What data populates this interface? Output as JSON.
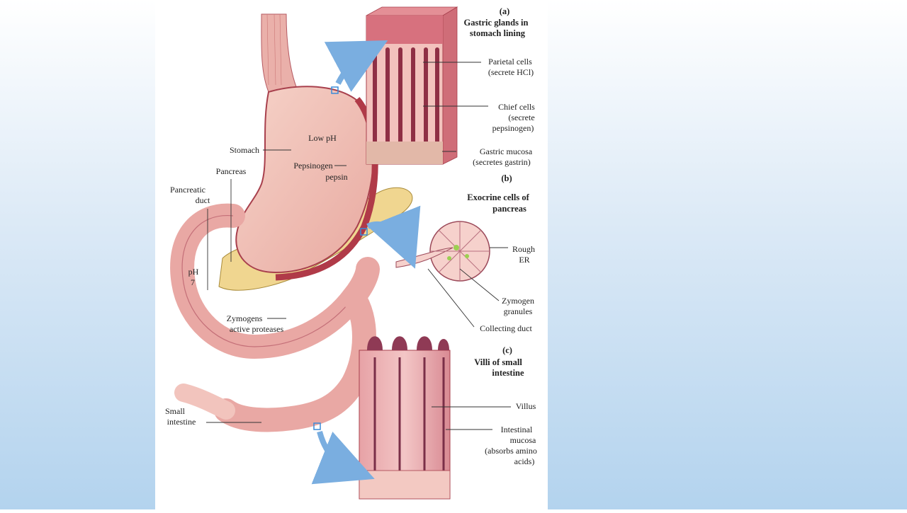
{
  "panels": {
    "a": {
      "letter": "(a)",
      "title_line1": "Gastric glands in",
      "title_line2": "stomach lining",
      "labels": {
        "parietal_1": "Parietal cells",
        "parietal_2": "(secrete HCl)",
        "chief_1": "Chief cells",
        "chief_2": "(secrete",
        "chief_3": "pepsinogen)",
        "mucosa_1": "Gastric mucosa",
        "mucosa_2": "(secretes gastrin)"
      }
    },
    "b": {
      "letter": "(b)",
      "title_line1": "Exocrine cells of",
      "title_line2": "pancreas",
      "labels": {
        "rough_1": "Rough",
        "rough_2": "ER",
        "zymogen_1": "Zymogen",
        "zymogen_2": "granules",
        "collecting": "Collecting duct"
      }
    },
    "c": {
      "letter": "(c)",
      "title_line1": "Villi of small",
      "title_line2": "intestine",
      "labels": {
        "villus": "Villus",
        "int_1": "Intestinal",
        "int_2": "mucosa",
        "int_3": "(absorbs amino",
        "int_4": "acids)"
      }
    }
  },
  "main_labels": {
    "stomach": "Stomach",
    "low_ph": "Low pH",
    "pepsinogen": "Pepsinogen",
    "pepsin": "pepsin",
    "pancreas": "Pancreas",
    "pancreatic_1": "Pancreatic",
    "pancreatic_2": "duct",
    "ph7_1": "pH",
    "ph7_2": "7",
    "zymogens": "Zymogens",
    "active": "active proteases",
    "small_1": "Small",
    "small_2": "intestine"
  },
  "colors": {
    "background_top": "#ffffff",
    "background_bottom": "#b3d3ee",
    "tissue_pink": "#e9a8a4",
    "tissue_dark": "#b03a48",
    "pancreas_yellow": "#f0d690",
    "arrow_blue": "#7aaee0"
  }
}
